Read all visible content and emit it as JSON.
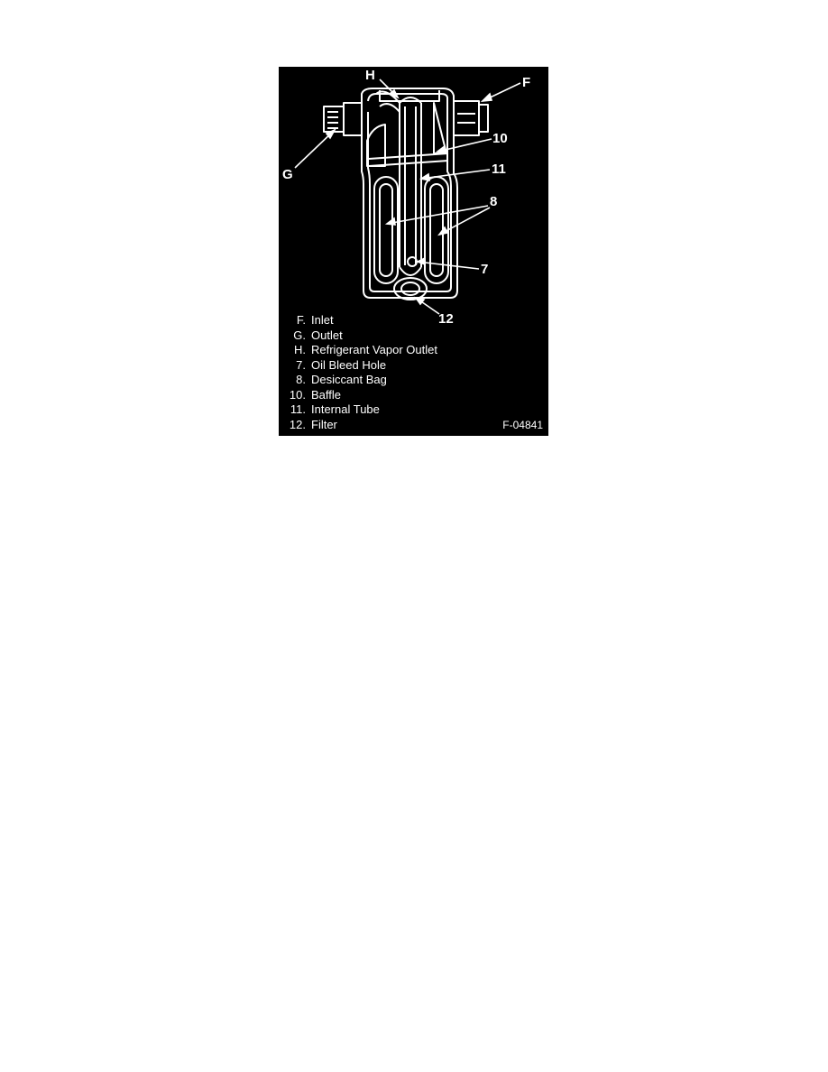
{
  "figure": {
    "callouts": {
      "F": "F",
      "G": "G",
      "H": "H",
      "n10": "10",
      "n11": "11",
      "n8": "8",
      "n7": "7",
      "n12": "12"
    },
    "legend": [
      {
        "num": "F.",
        "label": "Inlet"
      },
      {
        "num": "G.",
        "label": "Outlet"
      },
      {
        "num": "H.",
        "label": "Refrigerant Vapor Outlet"
      },
      {
        "num": "7.",
        "label": "Oil Bleed Hole"
      },
      {
        "num": "8.",
        "label": "Desiccant Bag"
      },
      {
        "num": "10.",
        "label": "Baffle"
      },
      {
        "num": "11.",
        "label": "Internal Tube"
      },
      {
        "num": "12.",
        "label": "Filter"
      }
    ],
    "figure_id": "F-04841"
  },
  "colors": {
    "background": "#000000",
    "ink": "#ffffff"
  }
}
